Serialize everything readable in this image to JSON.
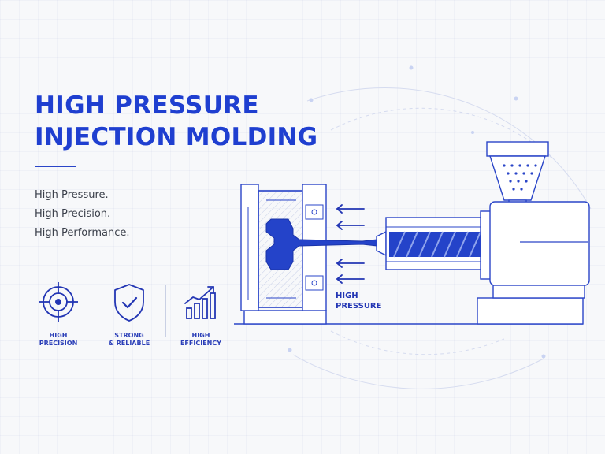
{
  "title": {
    "line1": "HIGH PRESSURE",
    "line2": "INJECTION MOLDING"
  },
  "taglines": [
    "High Pressure.",
    "High Precision.",
    "High Performance."
  ],
  "features": [
    {
      "icon": "crosshair-target-icon",
      "line1": "HIGH",
      "line2": "PRECISION"
    },
    {
      "icon": "shield-check-icon",
      "line1": "STRONG",
      "line2": "& RELIABLE"
    },
    {
      "icon": "rising-bar-chart-icon",
      "line1": "HIGH",
      "line2": "EFFICIENCY"
    }
  ],
  "diagram": {
    "pressure_label_line1": "HIGH",
    "pressure_label_line2": "PRESSURE"
  },
  "colors": {
    "primary_blue": "#1f3fd0",
    "line_blue": "#2a45c8",
    "melt_blue": "#2443c9",
    "light_blue": "#c9d3f2",
    "background": "#f7f8fa"
  }
}
